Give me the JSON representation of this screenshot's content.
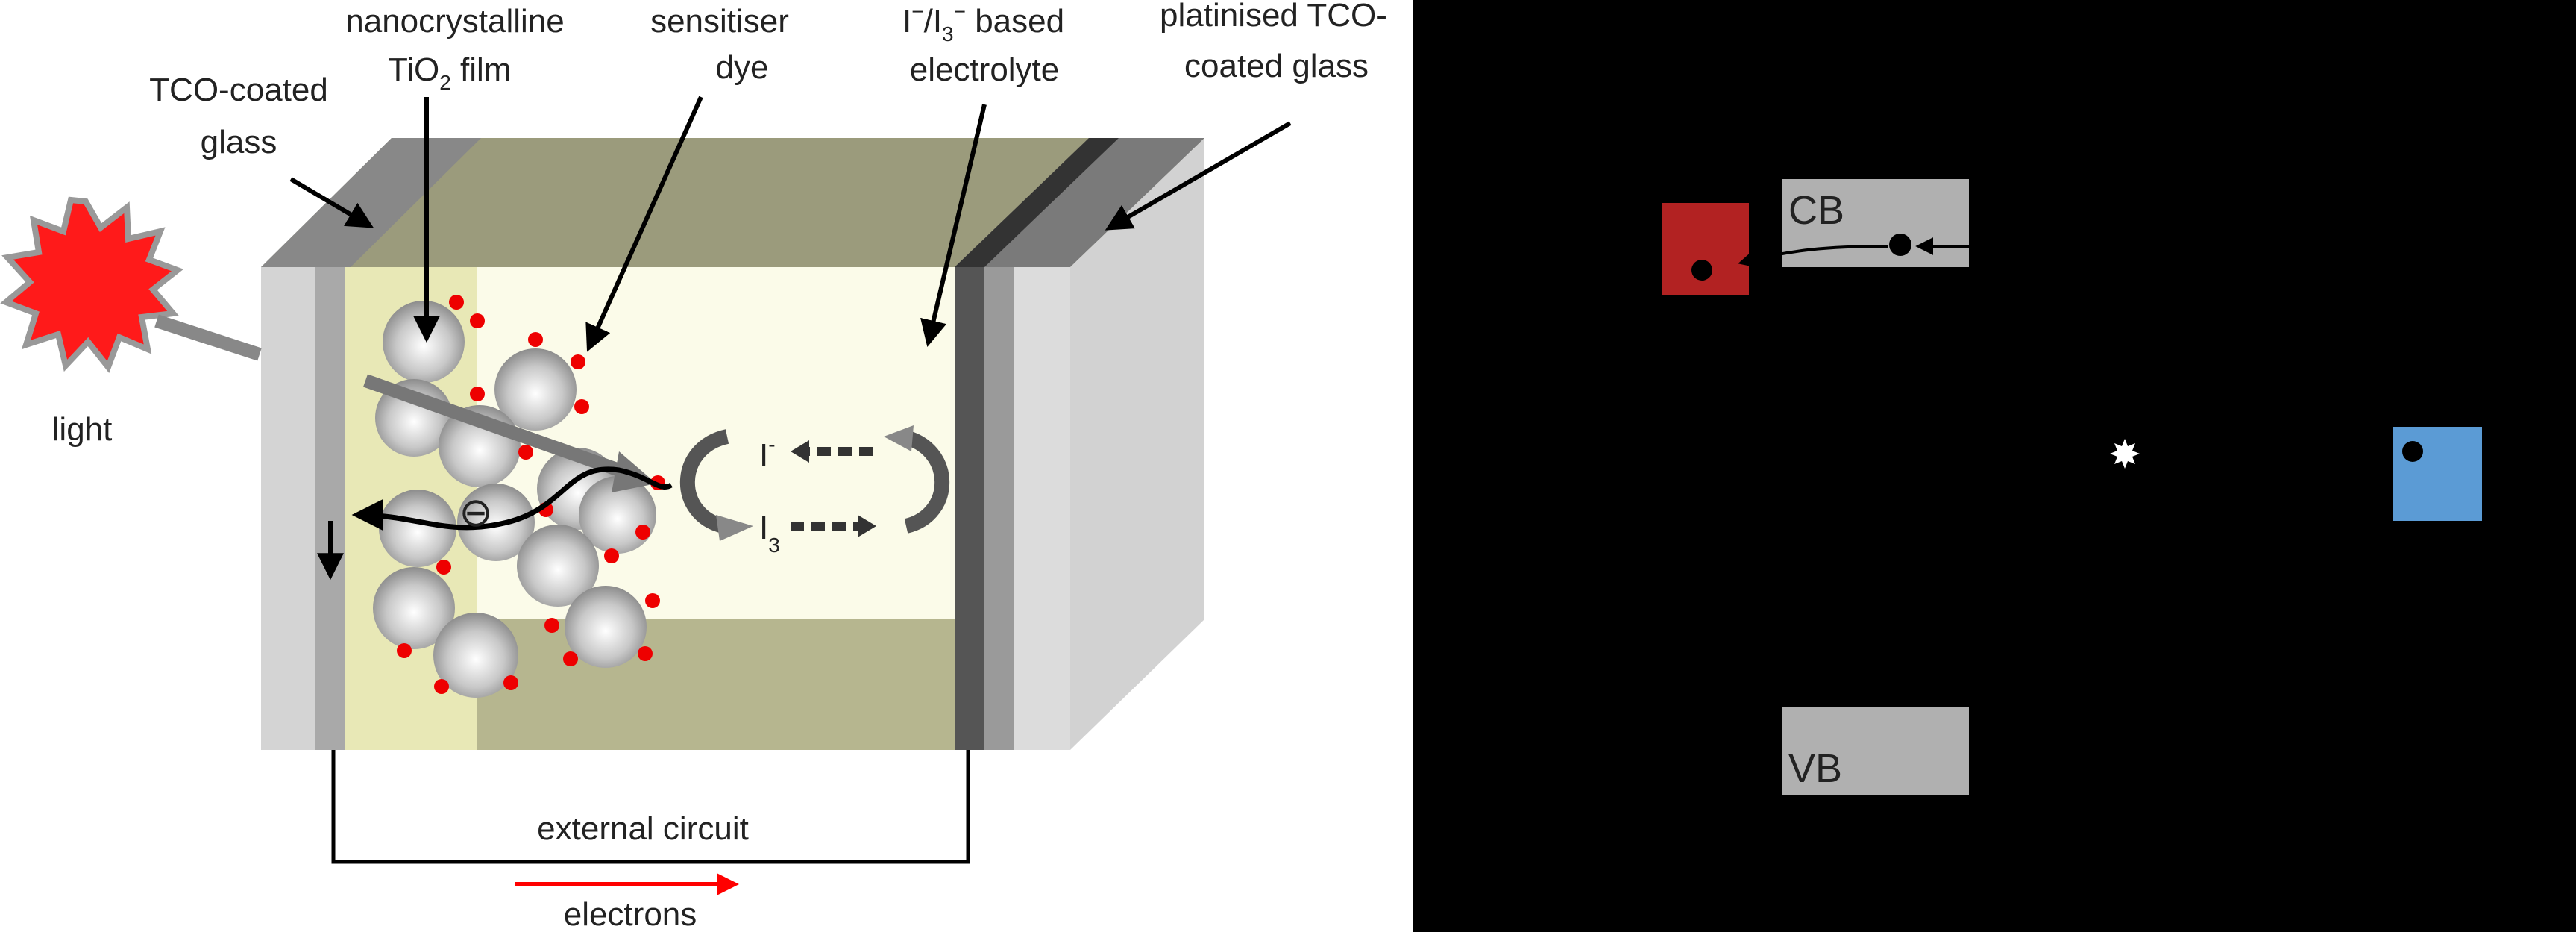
{
  "left_panel": {
    "labels": {
      "tio2_film_line1": "nanocrystalline",
      "tio2_film_line2": "TiO",
      "tio2_film_sub": "2",
      "tio2_film_suffix": " film",
      "dye_line1": "sensitiser",
      "dye_line2": "dye",
      "electrolyte_line1": "I",
      "electrolyte_line1_sup1": "−",
      "electrolyte_line1_mid": "/I",
      "electrolyte_line1_sub": "3",
      "electrolyte_line1_sup2": "−",
      "electrolyte_line1_suffix": " based",
      "electrolyte_line2": "electrolyte",
      "platinised_line1": "platinised TCO-",
      "platinised_line2": "coated glass",
      "tco_glass_line1": "TCO-coated",
      "tco_glass_line2": "glass",
      "light": "light",
      "external_circuit": "external circuit",
      "electrons": "electrons",
      "electron_symbol": "⊖",
      "iodide": "I",
      "iodide_sup": "-",
      "triiodide": "I",
      "triiodide_sub": "3"
    },
    "colors": {
      "sun": "#ff1a1a",
      "dye_dots": "#ee0000",
      "electrons_arrow": "#ff0000",
      "tio2_region": "#e8e8b6",
      "electrolyte_region": "#fbfbe8",
      "glass": "#d6d6d6",
      "top_face": "#9a9a7a"
    }
  },
  "right_panel": {
    "labels": {
      "cb": "CB",
      "vb": "VB"
    },
    "colors": {
      "background": "#000000",
      "band_box": "#b0b0b0",
      "red_box": "#b22222",
      "blue_box": "#5b9bd5",
      "dot": "#000000",
      "star": "#ffffff"
    }
  }
}
